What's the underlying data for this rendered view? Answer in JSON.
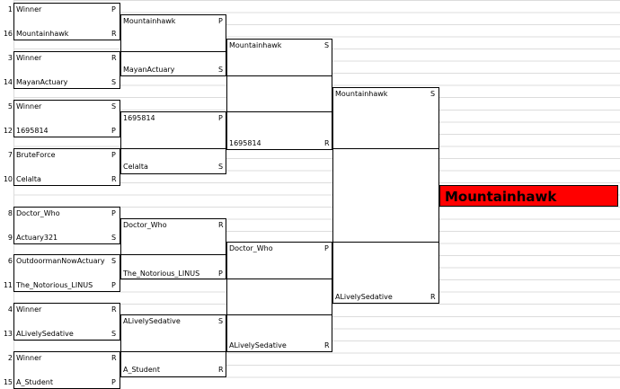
{
  "round1": [
    {
      "top_seed": "1",
      "top_name": "Winner",
      "top_letter": "P",
      "bot_seed": "16",
      "bot_name": "Mountainhawk",
      "bot_letter": "R"
    },
    {
      "top_seed": "3",
      "top_name": "Winner",
      "top_letter": "R",
      "bot_seed": "14",
      "bot_name": "MayanActuary",
      "bot_letter": "S"
    },
    {
      "top_seed": "5",
      "top_name": "Winner",
      "top_letter": "S",
      "bot_seed": "12",
      "bot_name": "1695814",
      "bot_letter": "P"
    },
    {
      "top_seed": "7",
      "top_name": "BruteForce",
      "top_letter": "P",
      "bot_seed": "10",
      "bot_name": "Celalta",
      "bot_letter": "R"
    },
    {
      "top_seed": "8",
      "top_name": "Doctor_Who",
      "top_letter": "P",
      "bot_seed": "9",
      "bot_name": "Actuary321",
      "bot_letter": "S"
    },
    {
      "top_seed": "6",
      "top_name": "OutdoormanNowActuary",
      "top_letter": "S",
      "bot_seed": "11",
      "bot_name": "The_Notorious_LINUS",
      "bot_letter": "P"
    },
    {
      "top_seed": "4",
      "top_name": "Winner",
      "top_letter": "R",
      "bot_seed": "13",
      "bot_name": "ALivelySedative",
      "bot_letter": "S"
    },
    {
      "top_seed": "2",
      "top_name": "Winner",
      "top_letter": "R",
      "bot_seed": "15",
      "bot_name": "A_Student",
      "bot_letter": "P"
    }
  ],
  "round2": [
    {
      "top_name": "Mountainhawk",
      "top_letter": "P",
      "bot_name": "MayanActuary",
      "bot_letter": "S"
    },
    {
      "top_name": "1695814",
      "top_letter": "P",
      "bot_name": "Celalta",
      "bot_letter": "S"
    },
    {
      "top_name": "Doctor_Who",
      "top_letter": "R",
      "bot_name": "The_Notorious_LINUS",
      "bot_letter": "P"
    },
    {
      "top_name": "ALivelySedative",
      "top_letter": "S",
      "bot_name": "A_Student",
      "bot_letter": "R"
    }
  ],
  "round3": [
    {
      "top_name": "Mountainhawk",
      "top_letter": "S",
      "bot_name": "1695814",
      "bot_letter": "R"
    },
    {
      "top_name": "Doctor_Who",
      "top_letter": "P",
      "bot_name": "ALivelySedative",
      "bot_letter": "R"
    }
  ],
  "round4": [
    {
      "top_name": "Mountainhawk",
      "top_letter": "S",
      "bot_name": "ALivelySedative",
      "bot_letter": "R"
    }
  ],
  "champion": "Mountainhawk",
  "colors": {
    "champion_fill": "#ff0000",
    "grid": "#dcdcdc",
    "line": "#000000"
  }
}
